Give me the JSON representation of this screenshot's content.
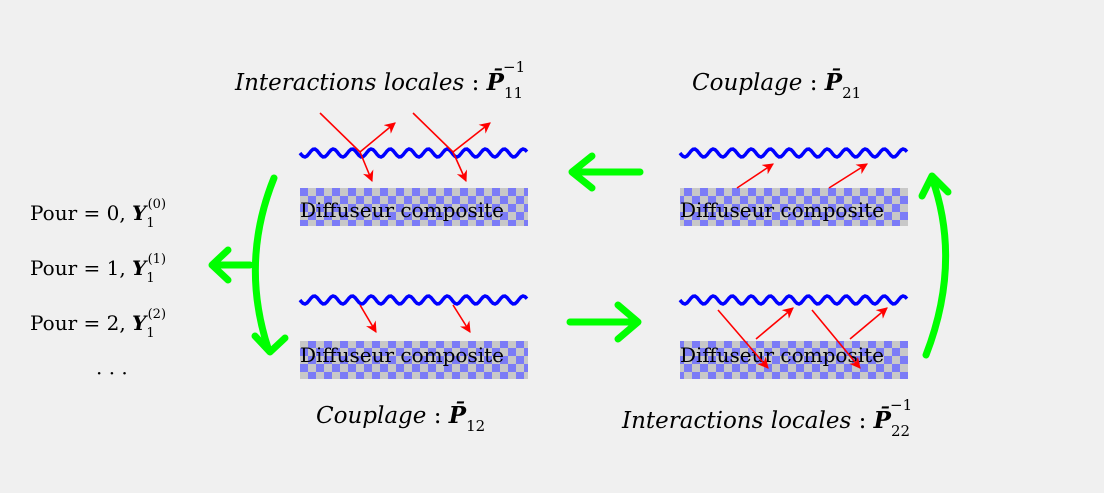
{
  "colors": {
    "background": "#f0f0f0",
    "wave": "#0000ff",
    "checker_blue": "#7b7bf7",
    "checker_grey": "#c8c8c8",
    "ray": "#ff0000",
    "cycle_arrow": "#00ff00",
    "text": "#000000"
  },
  "titles": {
    "top_left": {
      "text": "Interactions locales",
      "sep": " : ",
      "symbol": "P̄",
      "sub": "11",
      "sup": "−1"
    },
    "top_right": {
      "text": "Couplage",
      "sep": " : ",
      "symbol": "P̄",
      "sub": "21",
      "sup": ""
    },
    "bottom_left": {
      "text": "Couplage",
      "sep": " : ",
      "symbol": "P̄",
      "sub": "12",
      "sup": ""
    },
    "bottom_right": {
      "text": "Interactions locales",
      "sep": " : ",
      "symbol": "P̄",
      "sub": "22",
      "sup": "−1"
    }
  },
  "panels": {
    "label": "Diffuseur composite"
  },
  "iterations": [
    {
      "prefix": "Pour = 0, ",
      "symbol": "Y",
      "sub": "1",
      "sup": "(0)"
    },
    {
      "prefix": "Pour = 1, ",
      "symbol": "Y",
      "sub": "1",
      "sup": "(1)"
    },
    {
      "prefix": "Pour = 2, ",
      "symbol": "Y",
      "sub": "1",
      "sup": "(2)"
    }
  ],
  "ellipsis": "· · ·"
}
